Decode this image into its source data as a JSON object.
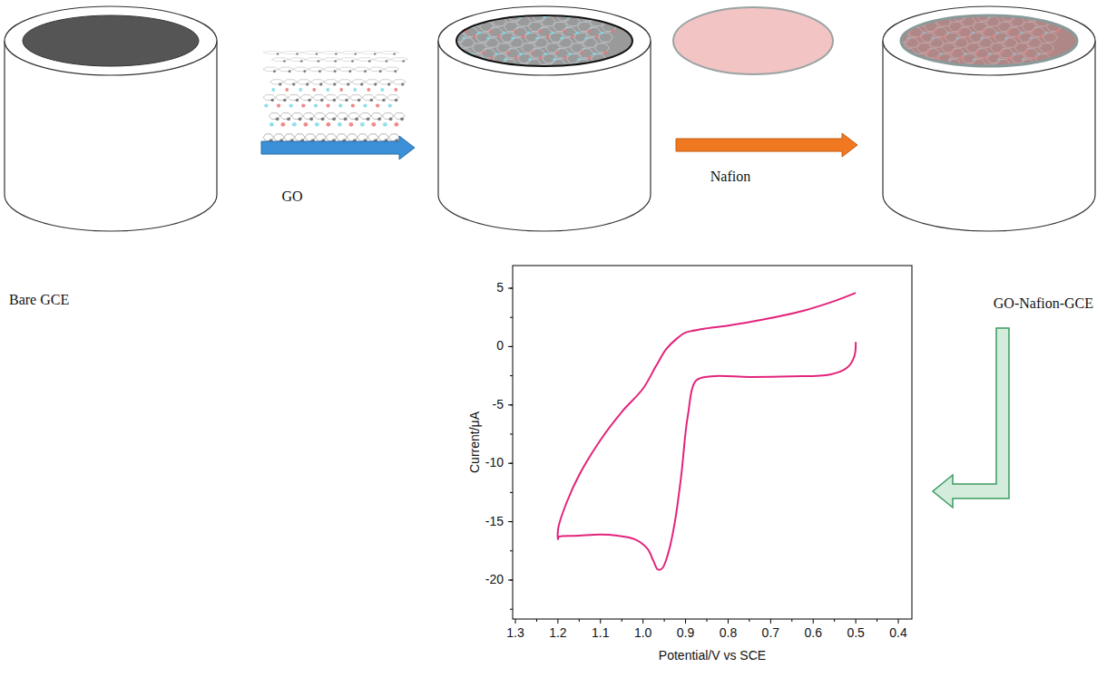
{
  "diagram": {
    "labels": [
      "GO",
      "Nafion",
      "Bare GCE",
      "GO-Nafion-GCE",
      "5",
      "0",
      "-5",
      "-10",
      "-15",
      "-20",
      "Current/μA",
      "1.3",
      "1.2",
      "1.1",
      "1.0",
      "0.9",
      "0.8",
      "0.7",
      "0.6",
      "0.5",
      "0.4",
      "Potential/V vs SCE"
    ]
  }
}
